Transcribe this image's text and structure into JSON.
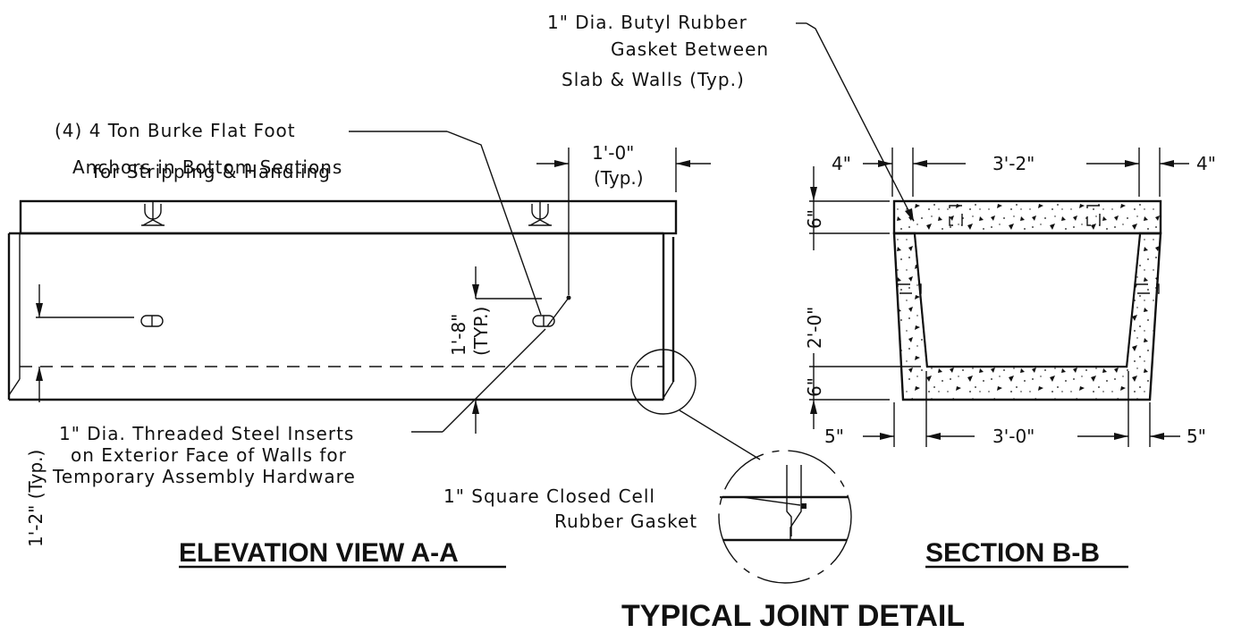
{
  "elevation": {
    "title": "ELEVATION VIEW A-A",
    "anchor_note": [
      "(4) 4 Ton Burke Flat Foot",
      "Anchors in Bottom Sections",
      "for Stripping & Handling"
    ],
    "insert_note": [
      "1\" Dia. Threaded Steel Inserts",
      "on Exterior Face of Walls for",
      "Temporary Assembly Hardware"
    ],
    "dim_edge": "1'-0\"",
    "dim_edge_typ": "(Typ.)",
    "dim_height": "1'-8\"",
    "dim_height_typ": "(TYP.)",
    "dim_bottom": "1'-2\" (Typ.)"
  },
  "joint": {
    "title": "TYPICAL JOINT DETAIL",
    "gasket_note": [
      "1\" Square Closed Cell",
      "Rubber Gasket"
    ]
  },
  "section": {
    "title": "SECTION B-B",
    "gasket_note": [
      "1\" Dia. Butyl Rubber",
      "Gasket Between",
      "Slab & Walls (Typ.)"
    ],
    "dim_top_left": "4\"",
    "dim_top_mid": "3'-2\"",
    "dim_top_right": "4\"",
    "dim_left_top": "6\"",
    "dim_left_mid": "2'-0\"",
    "dim_left_bot": "6\"",
    "dim_bot_left": "5\"",
    "dim_bot_mid": "3'-0\"",
    "dim_bot_right": "5\""
  }
}
